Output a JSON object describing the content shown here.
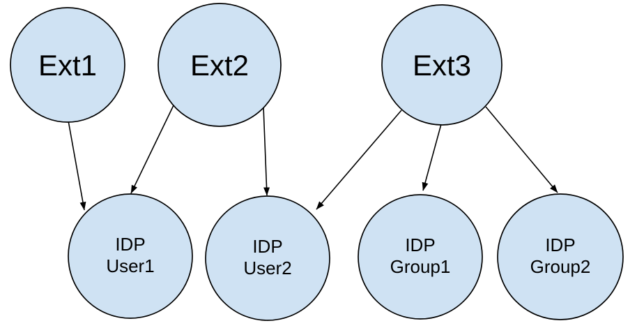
{
  "diagram": {
    "colors": {
      "node_fill": "#cfe2f3",
      "node_stroke": "#000000",
      "edge": "#000000",
      "label": "#000000",
      "background": "#ffffff"
    },
    "nodes": [
      {
        "id": "ext1",
        "label": "Ext1"
      },
      {
        "id": "ext2",
        "label": "Ext2"
      },
      {
        "id": "ext3",
        "label": "Ext3"
      },
      {
        "id": "idp-user1",
        "lines": [
          "IDP",
          "User1"
        ]
      },
      {
        "id": "idp-user2",
        "lines": [
          "IDP",
          "User2"
        ]
      },
      {
        "id": "idp-group1",
        "lines": [
          "IDP",
          "Group1"
        ]
      },
      {
        "id": "idp-group2",
        "lines": [
          "IDP",
          "Group2"
        ]
      }
    ],
    "edges": [
      {
        "from": "Ext1",
        "to": "IDP User1"
      },
      {
        "from": "Ext2",
        "to": "IDP User1"
      },
      {
        "from": "Ext2",
        "to": "IDP User2"
      },
      {
        "from": "Ext3",
        "to": "IDP User2"
      },
      {
        "from": "Ext3",
        "to": "IDP Group1"
      },
      {
        "from": "Ext3",
        "to": "IDP Group2"
      }
    ]
  }
}
